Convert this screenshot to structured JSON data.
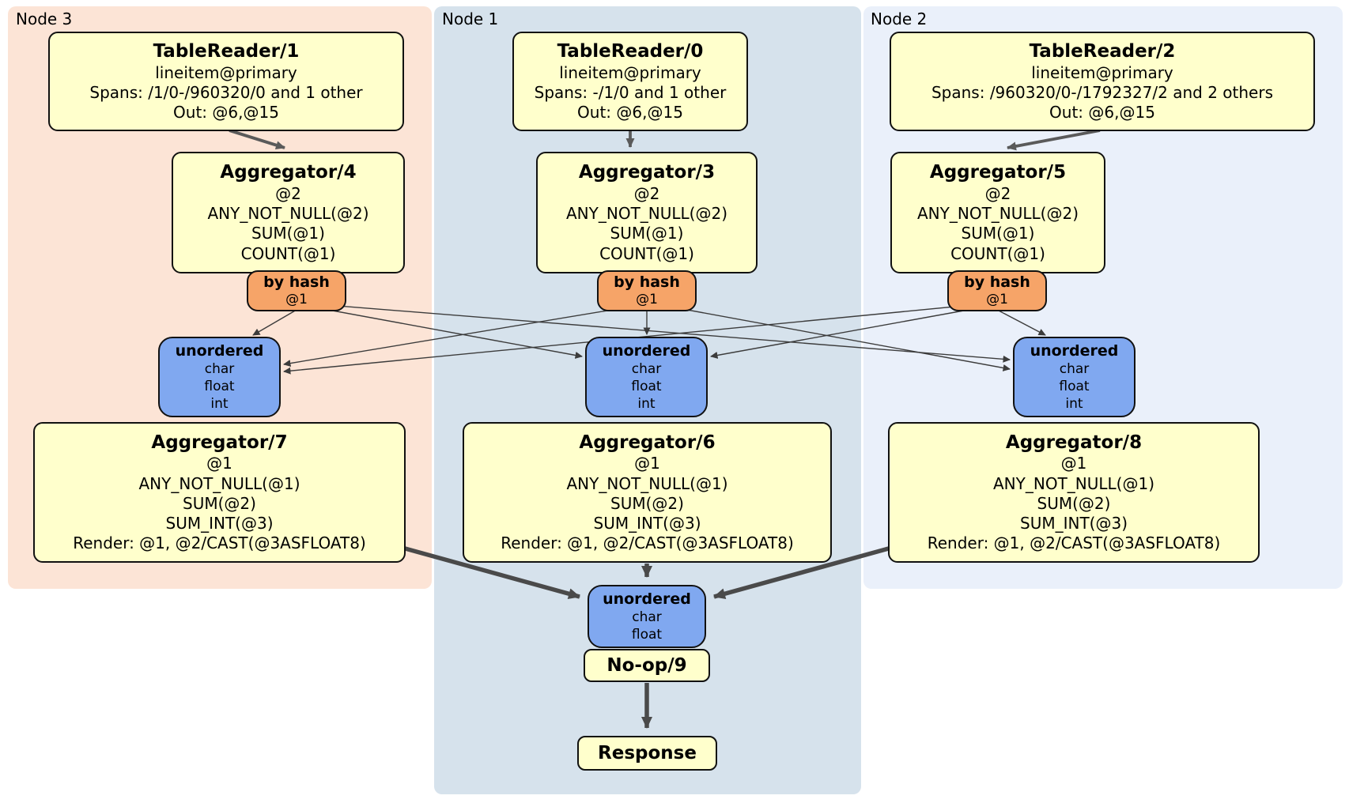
{
  "groups": {
    "n3": {
      "label": "Node 3"
    },
    "n1": {
      "label": "Node 1"
    },
    "n2": {
      "label": "Node 2"
    }
  },
  "processors": {
    "tr1": {
      "title": "TableReader/1",
      "l1": "lineitem@primary",
      "l2": "Spans: /1/0-/960320/0 and 1 other",
      "l3": "Out: @6,@15"
    },
    "tr0": {
      "title": "TableReader/0",
      "l1": "lineitem@primary",
      "l2": "Spans: -/1/0 and 1 other",
      "l3": "Out: @6,@15"
    },
    "tr2": {
      "title": "TableReader/2",
      "l1": "lineitem@primary",
      "l2": "Spans: /960320/0-/1792327/2 and 2 others",
      "l3": "Out: @6,@15"
    },
    "agg4": {
      "title": "Aggregator/4",
      "l1": "@2",
      "l2": "ANY_NOT_NULL(@2)",
      "l3": "SUM(@1)",
      "l4": "COUNT(@1)"
    },
    "agg3": {
      "title": "Aggregator/3",
      "l1": "@2",
      "l2": "ANY_NOT_NULL(@2)",
      "l3": "SUM(@1)",
      "l4": "COUNT(@1)"
    },
    "agg5": {
      "title": "Aggregator/5",
      "l1": "@2",
      "l2": "ANY_NOT_NULL(@2)",
      "l3": "SUM(@1)",
      "l4": "COUNT(@1)"
    },
    "agg7": {
      "title": "Aggregator/7",
      "l1": "@1",
      "l2": "ANY_NOT_NULL(@1)",
      "l3": "SUM(@2)",
      "l4": "SUM_INT(@3)",
      "l5": "Render: @1, @2/CAST(@3ASFLOAT8)"
    },
    "agg6": {
      "title": "Aggregator/6",
      "l1": "@1",
      "l2": "ANY_NOT_NULL(@1)",
      "l3": "SUM(@2)",
      "l4": "SUM_INT(@3)",
      "l5": "Render: @1, @2/CAST(@3ASFLOAT8)"
    },
    "agg8": {
      "title": "Aggregator/8",
      "l1": "@1",
      "l2": "ANY_NOT_NULL(@1)",
      "l3": "SUM(@2)",
      "l4": "SUM_INT(@3)",
      "l5": "Render: @1, @2/CAST(@3ASFLOAT8)"
    },
    "noop": {
      "title": "No-op/9"
    },
    "response": {
      "title": "Response"
    }
  },
  "routers": {
    "bh3": {
      "title": "by hash",
      "l1": "@1"
    },
    "bh1": {
      "title": "by hash",
      "l1": "@1"
    },
    "bh2": {
      "title": "by hash",
      "l1": "@1"
    }
  },
  "syncs": {
    "un3": {
      "title": "unordered",
      "l1": "char",
      "l2": "float",
      "l3": "int"
    },
    "un1": {
      "title": "unordered",
      "l1": "char",
      "l2": "float",
      "l3": "int"
    },
    "un2": {
      "title": "unordered",
      "l1": "char",
      "l2": "float",
      "l3": "int"
    },
    "unf": {
      "title": "unordered",
      "l1": "char",
      "l2": "float"
    }
  },
  "colors": {
    "node3_bg": "#fce4d6",
    "node1_bg": "#d6e2ec",
    "node2_bg": "#eaf0fa",
    "processor_bg": "#ffffcc",
    "router_bg": "#f6a468",
    "sync_bg": "#80a8f0",
    "box_border": "#111111",
    "edge_thin": "#3c3c3c",
    "edge_mid": "#5a5a5a",
    "edge_thick": "#4a4a4a",
    "text_color": "#000000"
  }
}
